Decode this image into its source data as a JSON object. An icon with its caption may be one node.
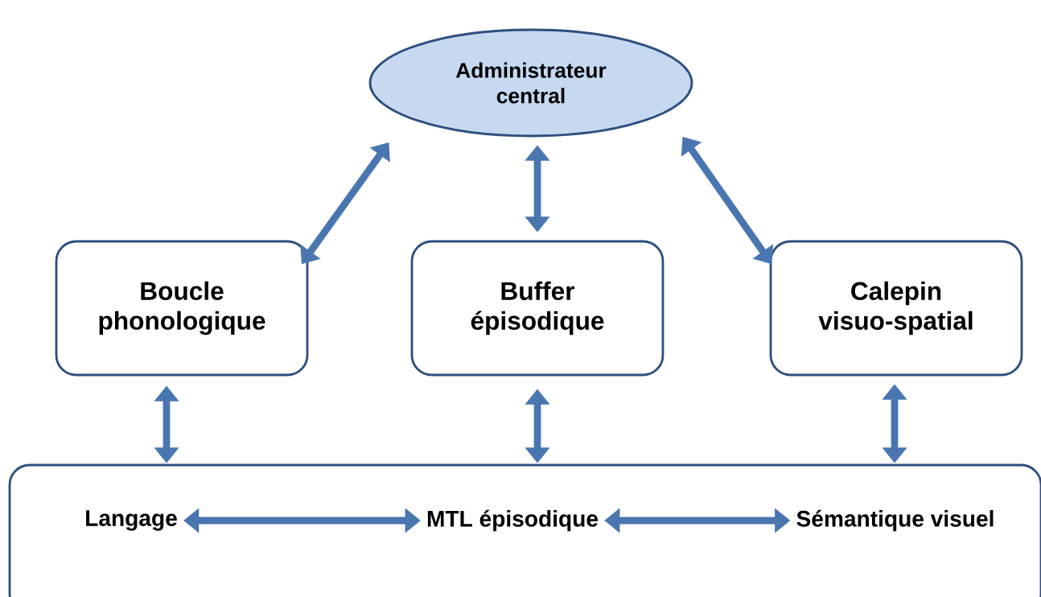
{
  "diagram": {
    "nodes": [
      {
        "text": [
          "Administrateur central"
        ]
      },
      {
        "text": [
          "Boucle phonologique"
        ]
      },
      {
        "text": [
          "Buffer épisodique"
        ]
      },
      {
        "text": [
          "Calepin visuo-spatial"
        ]
      },
      {
        "text": [],
        "shape": "box"
      },
      {
        "text": [
          "Langage"
        ],
        "in": 4
      },
      {
        "text": [
          "MTL épisodique"
        ],
        "in": 4
      },
      {
        "text": [
          "Sémantique visuel"
        ],
        "in": 4
      }
    ],
    "edges": [
      {
        "from": 1,
        "to": 0,
        "arrow": "both"
      },
      {
        "from": 2,
        "to": 0,
        "arrow": "both"
      },
      {
        "from": 3,
        "to": 0,
        "arrow": "both"
      },
      {
        "from": 1,
        "to": 4,
        "arrow": "both"
      },
      {
        "from": 2,
        "to": 4,
        "arrow": "both"
      },
      {
        "from": 3,
        "to": 4,
        "arrow": "both"
      },
      {
        "from": 5,
        "to": 6,
        "arrow": "both"
      },
      {
        "from": 6,
        "to": 7,
        "arrow": "both"
      }
    ]
  }
}
